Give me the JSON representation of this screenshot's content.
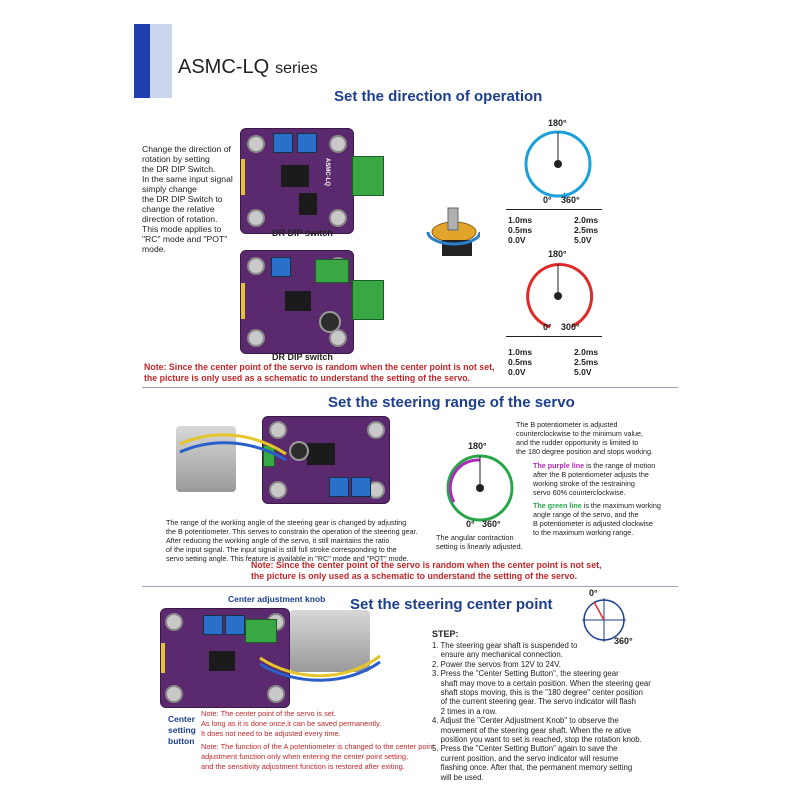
{
  "header": {
    "title": "ASMC-LQ",
    "series": "series"
  },
  "section1": {
    "title": "Set the direction of operation",
    "description": [
      "Change the direction of",
      "rotation by setting",
      "the DR DIP Switch.",
      "In the same input signal",
      "simply change",
      "the DR DIP Switch to",
      "change the relative",
      "direction of rotation.",
      "This mode applies to",
      "\"RC\" mode and \"POT\" mode."
    ],
    "dip_label_1": "DR DIP switch",
    "dip_label_2": "DR DIP switch",
    "note": [
      "Note: Since the center point of the servo is random when the center point is not set,",
      "the picture is only used as a schematic to understand the setting of the servo."
    ],
    "dial1": {
      "top": "180°",
      "left": "0°",
      "right": "360°",
      "col1": [
        "1.0ms",
        "0.5ms",
        "0.0V"
      ],
      "col2": [
        "2.0ms",
        "2.5ms",
        "5.0V"
      ],
      "color": "#1aa0dc"
    },
    "dial2": {
      "top": "180°",
      "left": "0°",
      "right": "300°",
      "col1": [
        "1.0ms",
        "0.5ms",
        "0.0V"
      ],
      "col2": [
        "2.0ms",
        "2.5ms",
        "5.0V"
      ],
      "color": "#e02a2a"
    }
  },
  "section2": {
    "title": "Set the steering range of the servo",
    "desc": [
      "The range of the working angle of the steering gear is changed by adjusting",
      "the B potentiometer. This serves to constrain the operation of the steering gear.",
      "After reducing the working angle of the servo, it still maintains the ratio",
      "of the input signal. The input signal is still full stroke corresponding to the",
      "servo setting angle. This feature is available in \"RC\" mode and \"POT\" mode."
    ],
    "right_top": [
      "The B potentiometer is adjusted",
      "counterclockwise to the minimum value,",
      "and the rudder opportunity is limited to",
      "the 180 degree position and stops working."
    ],
    "purple_note": {
      "hl": "The purple line",
      "rest": [
        " is the range of motion",
        "after the B potentiometer adjusts the",
        "working stroke of the restraining",
        "servo 60% counterclockwise."
      ]
    },
    "green_note": {
      "hl": "The green line",
      "rest": [
        " is the maximum working",
        "angle range of the servo, and the",
        "B potentiometer is adjusted clockwise",
        "to the maximum working range."
      ]
    },
    "dial": {
      "top": "180°",
      "bottom_left": "0°",
      "bottom_right": "360°"
    },
    "angular": [
      "The angular contraction",
      "setting is linearly adjusted."
    ],
    "note": [
      "Note: Since the center point of the servo is random when the center point is not set,",
      "the picture is only used as a schematic to understand the setting of the servo."
    ]
  },
  "section3": {
    "title": "Set the steering center point",
    "knob_label": "Center adjustment knob",
    "center_btn": [
      "Center",
      "setting",
      "button"
    ],
    "dial": {
      "top": "0°",
      "right": "360°"
    },
    "note1": [
      "Note: The center point of the servo is set.",
      "As long as it is done once,it can be saved permanently.",
      "It does not need to be adjusted every time."
    ],
    "note2": [
      "Note: The function of the A potentiometer is changed to the center point",
      "adjustment function only when entering the center point setting,",
      "and the sensitivity adjustment function is restored after exiting."
    ],
    "step_title": "STEP:",
    "steps": [
      "1. The steering gear shaft is suspended to",
      "    ensure any mechanical connection.",
      "2. Power the servos from 12V to 24V.",
      "3. Press the \"Center Setting Button\", the steering gear",
      "    shaft may move to a certain position. When the steering gear",
      "    shaft stops moving, this is the \"180 degree\" center position",
      "    of the current steering gear. The servo indicator will flash",
      "    2 times in a row.",
      "4. Adjust the \"Center Adjustment Knob\" to observe the",
      "    movement of the steering gear shaft. When the re ative",
      "    position you want to set is reached, stop the rotation knob.",
      "5. Press the \"Center Setting Button\" again to save the",
      "    current position, and the servo indicator will resume",
      "    flashing once. After that, the permanent memory setting",
      "    will be used."
    ]
  }
}
